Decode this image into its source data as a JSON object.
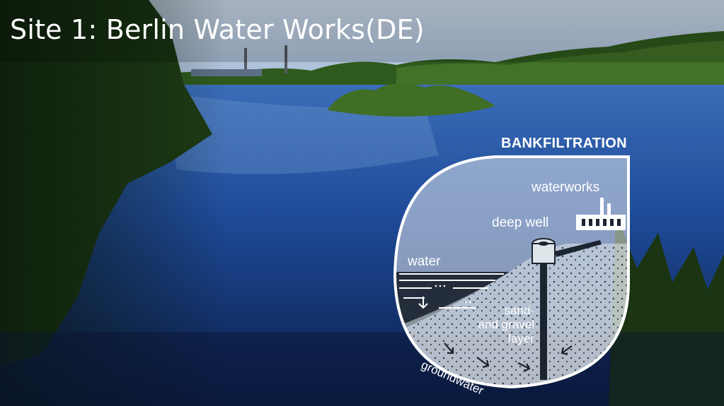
{
  "slide": {
    "title": "Site 1: Berlin Water Works(DE)"
  },
  "diagram": {
    "heading": "BANKFILTRATION",
    "labels": {
      "waterworks": "waterworks",
      "deep_well": "deep well",
      "water": "water",
      "sand_gravel": "sand-\nand gravel\nlayer",
      "groundwater": "groundwater"
    }
  },
  "colors": {
    "sky": "#b9cde3",
    "lake": "#1f4fa3",
    "vegetation": "#2f5a1e",
    "diagram_fill": "#e3e8ec",
    "diagram_outline": "#ffffff",
    "soil": "#1c2430"
  },
  "icons": [
    "factory-icon",
    "well-pipe-icon",
    "flow-arrow-icon"
  ]
}
